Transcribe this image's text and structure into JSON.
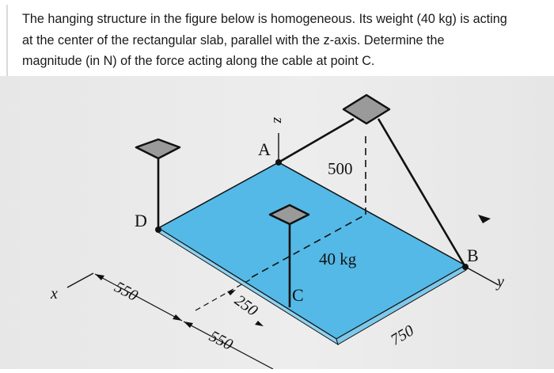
{
  "question": {
    "lines": [
      "The hanging structure in the figure below is homogeneous. Its weight (40 kg) is acting",
      "at the center of the rectangular slab, parallel with the z-axis. Determine the",
      "magnitude (in N) of the force acting along the cable at point C."
    ]
  },
  "figure": {
    "labels": {
      "z_axis": "z",
      "point_a": "A",
      "point_b": "B",
      "point_c": "C",
      "point_d": "D",
      "x_axis": "x",
      "y_axis": "y",
      "height_dim": "500",
      "weight": "40 kg",
      "dim_550_top": "550",
      "dim_250": "250",
      "dim_550_bottom": "550",
      "dim_750": "750"
    },
    "colors": {
      "slab_top": "#54b9e6",
      "slab_edge": "#8fd2ef",
      "support_plate": "#9a9a9a",
      "line": "#111111"
    }
  }
}
